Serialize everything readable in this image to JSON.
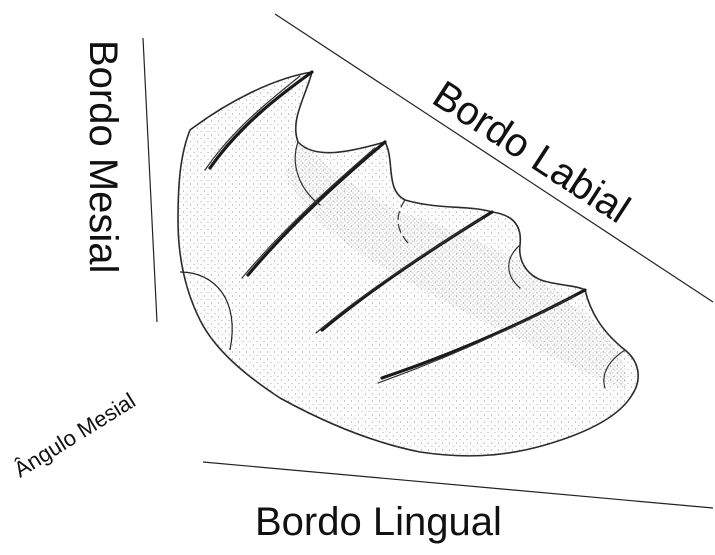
{
  "labels": {
    "mesial_edge": "Bordo Mesial",
    "labial_edge": "Bordo Labial",
    "mesial_angle": "Ângulo Mesial",
    "lingual_edge": "Bordo Lingual"
  },
  "colors": {
    "ink": "#111111",
    "stipple": "#6b6b6b",
    "background": "#ffffff"
  }
}
